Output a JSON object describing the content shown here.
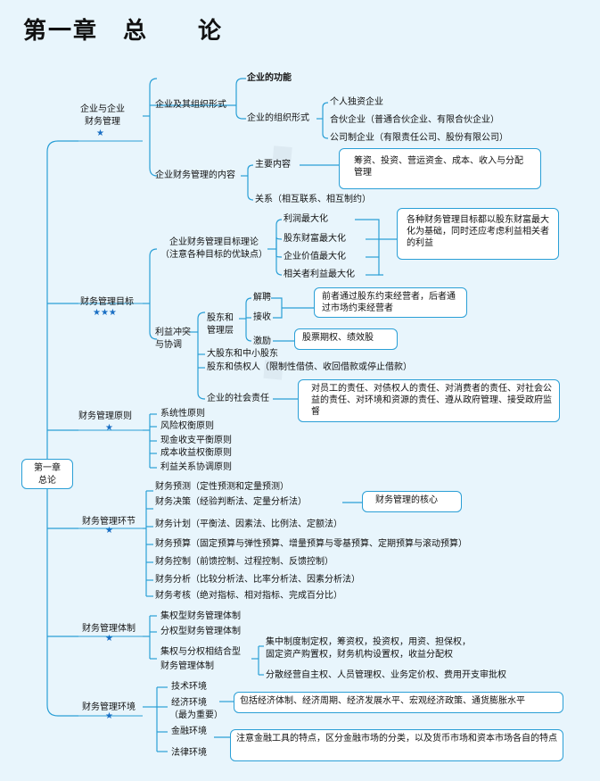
{
  "title": "第一章　总　　论",
  "root": [
    "第一章",
    "总论"
  ],
  "s1": {
    "label": [
      "企业与企业",
      "财务管理"
    ],
    "stars": "★",
    "a": "企业及其组织形式",
    "a1": "企业的功能",
    "a2": "企业的组织形式",
    "a2_items": [
      "个人独资企业",
      "合伙企业（普通合伙企业、有限合伙企业）",
      "公司制企业（有限责任公司、股份有限公司）"
    ],
    "b": "企业财务管理的内容",
    "b1": "主要内容",
    "b1_note": "筹资、投资、营运资金、成本、收入与分配管理",
    "b2": "关系（相互联系、相互制约）"
  },
  "s2": {
    "label": "财务管理目标",
    "stars": "★★★",
    "a": [
      "企业财务管理目标理论",
      "（注意各种目标的优缺点）"
    ],
    "a_items": [
      "利润最大化",
      "股东财富最大化",
      "企业价值最大化",
      "相关者利益最大化"
    ],
    "a_note": "各种财务管理目标都以股东财富最大化为基础，同时还应考虑利益相关者的利益",
    "b": [
      "利益冲突",
      "与协调"
    ],
    "b1": [
      "股东和",
      "管理层"
    ],
    "b1_items": [
      "解聘",
      "接收",
      "激励"
    ],
    "b1_note": "前者通过股东约束经营者，后者通过市场约束经营者",
    "b1_note2": "股票期权、绩效股",
    "b2": "大股东和中小股东",
    "b3": "股东和债权人（限制性借债、收回借款或停止借款）",
    "c": "企业的社会责任",
    "c_note": "对员工的责任、对债权人的责任、对消费者的责任、对社会公益的责任、对环境和资源的责任、遵从政府管理、接受政府监督"
  },
  "s3": {
    "label": "财务管理原则",
    "stars": "★",
    "items": [
      "系统性原则",
      "风险权衡原则",
      "现金收支平衡原则",
      "成本收益权衡原则",
      "利益关系协调原则"
    ]
  },
  "s4": {
    "label": "财务管理环节",
    "stars": "★",
    "items": [
      "财务预测（定性预测和定量预测）",
      "财务决策（经验判断法、定量分析法）",
      "财务计划（平衡法、因素法、比例法、定额法）",
      "财务预算（固定预算与弹性预算、增量预算与零基预算、定期预算与滚动预算）",
      "财务控制（前馈控制、过程控制、反馈控制）",
      "财务分析（比较分析法、比率分析法、因素分析法）",
      "财务考核（绝对指标、相对指标、完成百分比）"
    ],
    "note": "财务管理的核心"
  },
  "s5": {
    "label": "财务管理体制",
    "stars": "★",
    "items": [
      "集权型财务管理体制",
      "分权型财务管理体制",
      "集权与分权相结合型",
      "财务管理体制"
    ],
    "sub": [
      "集中制度制定权，筹资权，投资权，用资、担保权，",
      "固定资产购置权，财务机构设置权，收益分配权",
      "分散经营自主权、人员管理权、业务定价权、费用开支审批权"
    ]
  },
  "s6": {
    "label": "财务管理环境",
    "stars": "★",
    "items": [
      "技术环境",
      "经济环境",
      "（最为重要）",
      "金融环境",
      "法律环境"
    ],
    "econ_note": "包括经济体制、经济周期、经济发展水平、宏观经济政策、通货膨胀水平",
    "fin_note": "注意金融工具的特点，区分金融市场的分类，以及货币市场和资本市场各自的特点"
  },
  "colors": {
    "line": "#2a9fd6",
    "bg": "#e8f5fc",
    "star": "#1a6fc4"
  }
}
